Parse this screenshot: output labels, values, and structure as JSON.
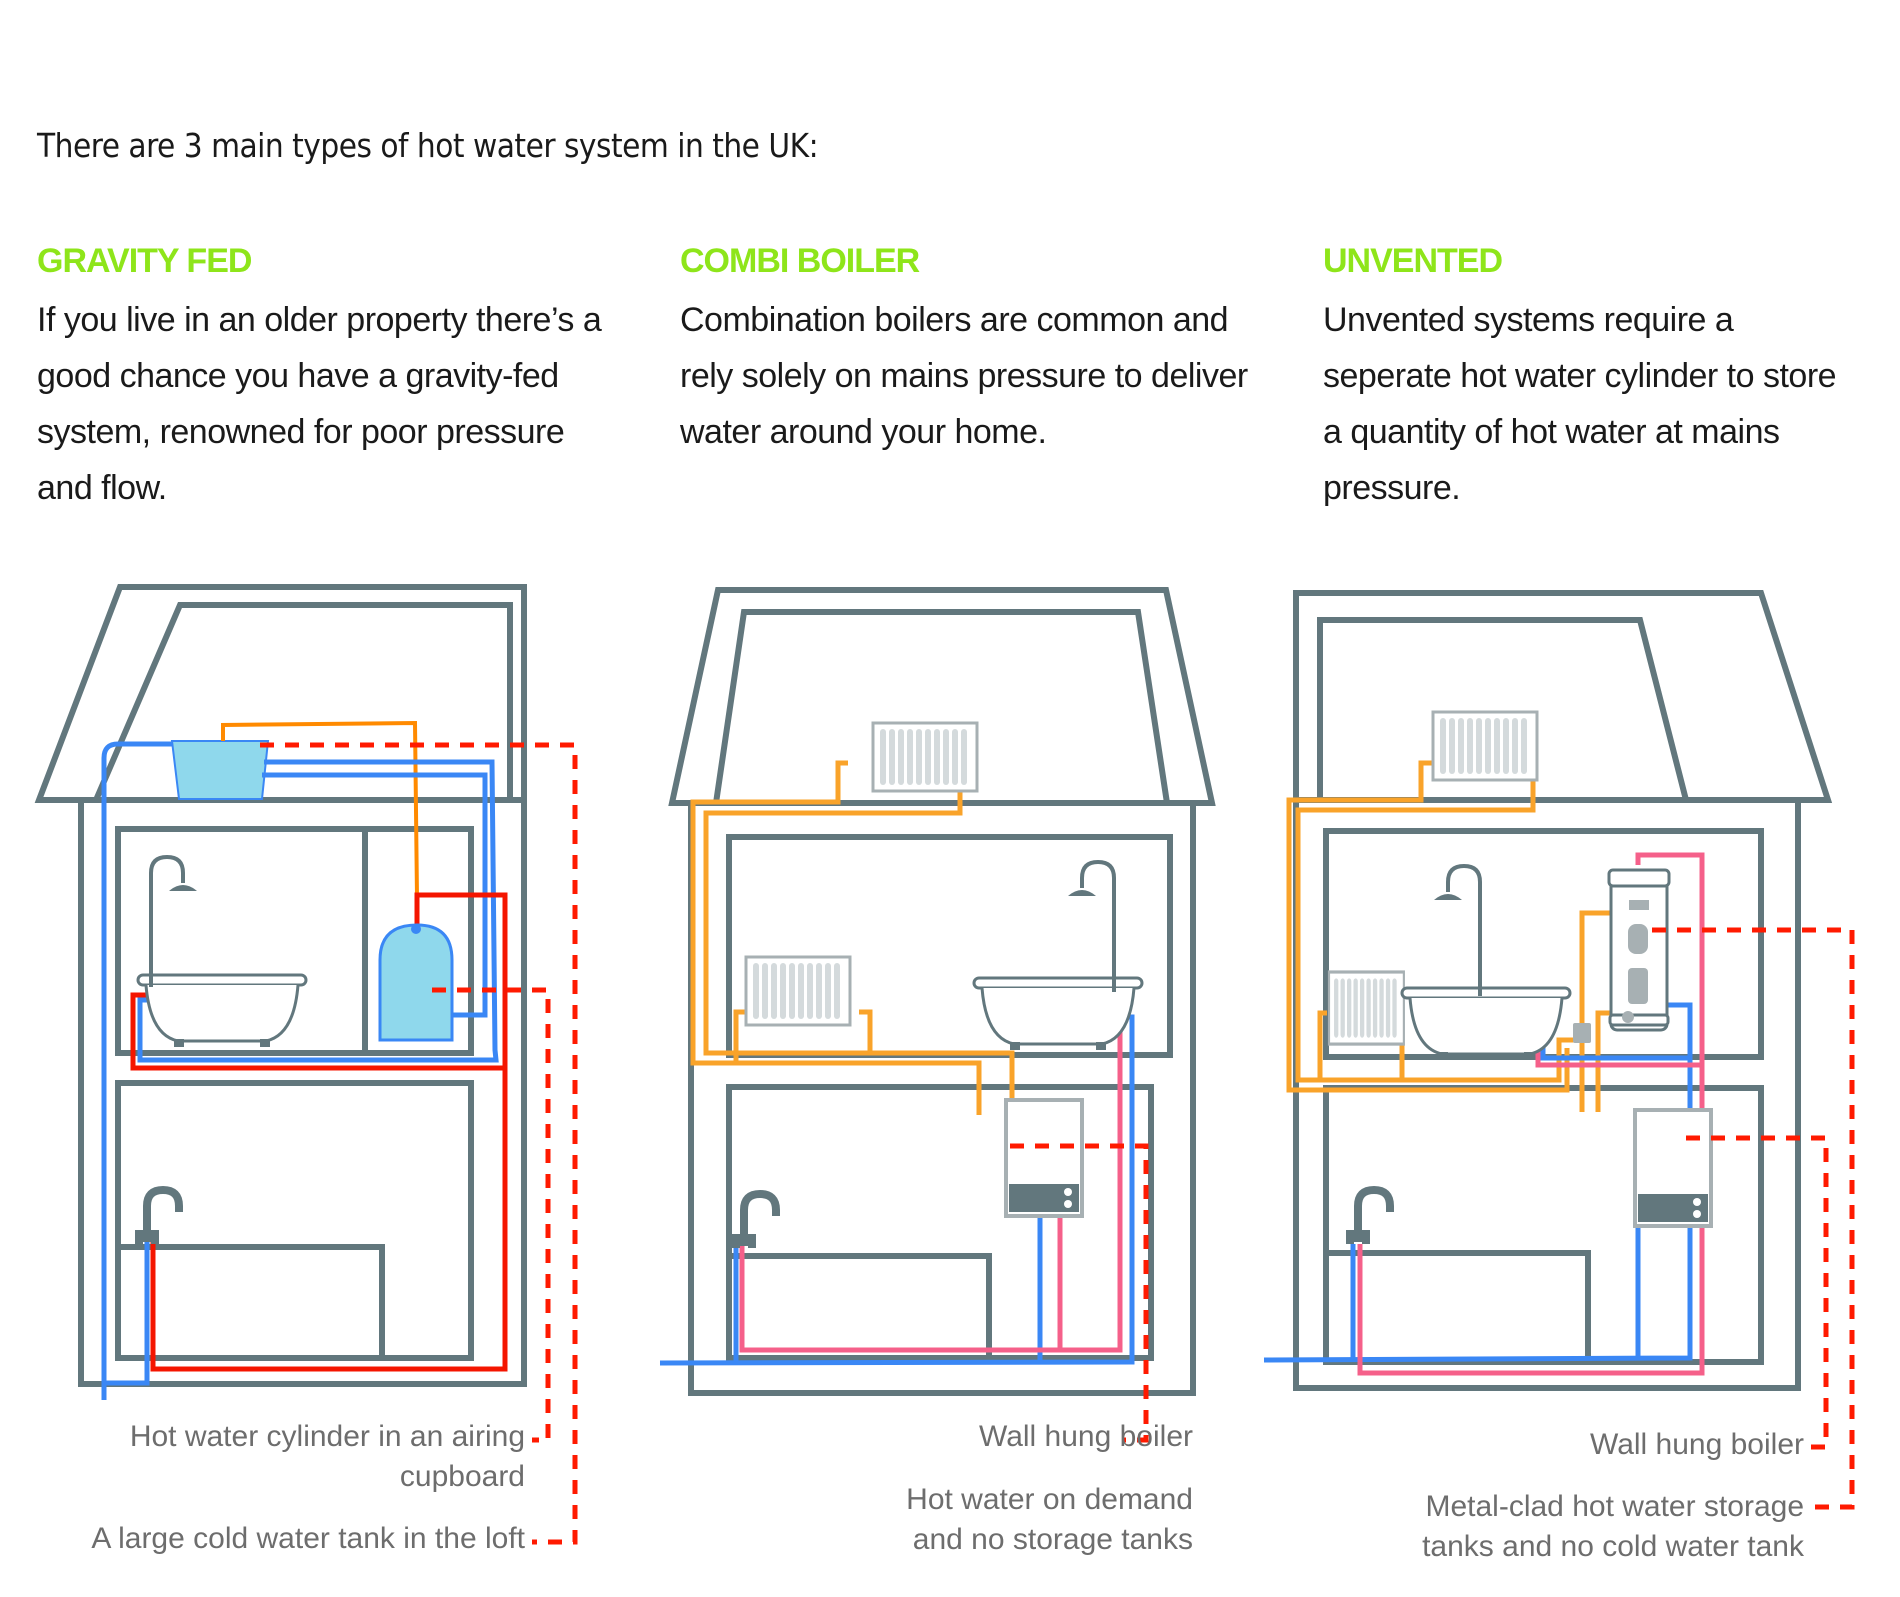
{
  "intro": "There are 3 main types of hot water system in the UK:",
  "systems": [
    {
      "title": "GRAVITY FED",
      "description": "If you live in an older property there’s a good chance you have a gravity-fed system, renowned for poor pressure and flow.",
      "callouts": [
        "Hot water cylinder in an airing cupboard",
        "A large cold water tank in the loft"
      ]
    },
    {
      "title": "COMBI BOILER",
      "description": "Combination boilers are common and rely solely on mains pressure to deliver water around your home.",
      "callouts": [
        "Wall hung boiler",
        "Hot water on demand and no storage tanks"
      ]
    },
    {
      "title": "UNVENTED",
      "description": "Unvented systems require a seperate hot water cylinder to store a quantity of hot water at mains pressure.",
      "callouts": [
        "Wall hung boiler",
        "Metal-clad hot water storage tanks and no cold water tank"
      ]
    }
  ],
  "colors": {
    "heading": "#8ee51a",
    "structure": "#62777d",
    "cold_water": "#3a87f5",
    "hot_water": "#f41500",
    "hot_water_mains": "#f5608a",
    "heating": "#f9a32a",
    "feed": "#ff8a00",
    "callout_line": "#ff1a00",
    "tank_fill": "#8fd8ec",
    "appliance_grey": "#a7b0b3"
  }
}
